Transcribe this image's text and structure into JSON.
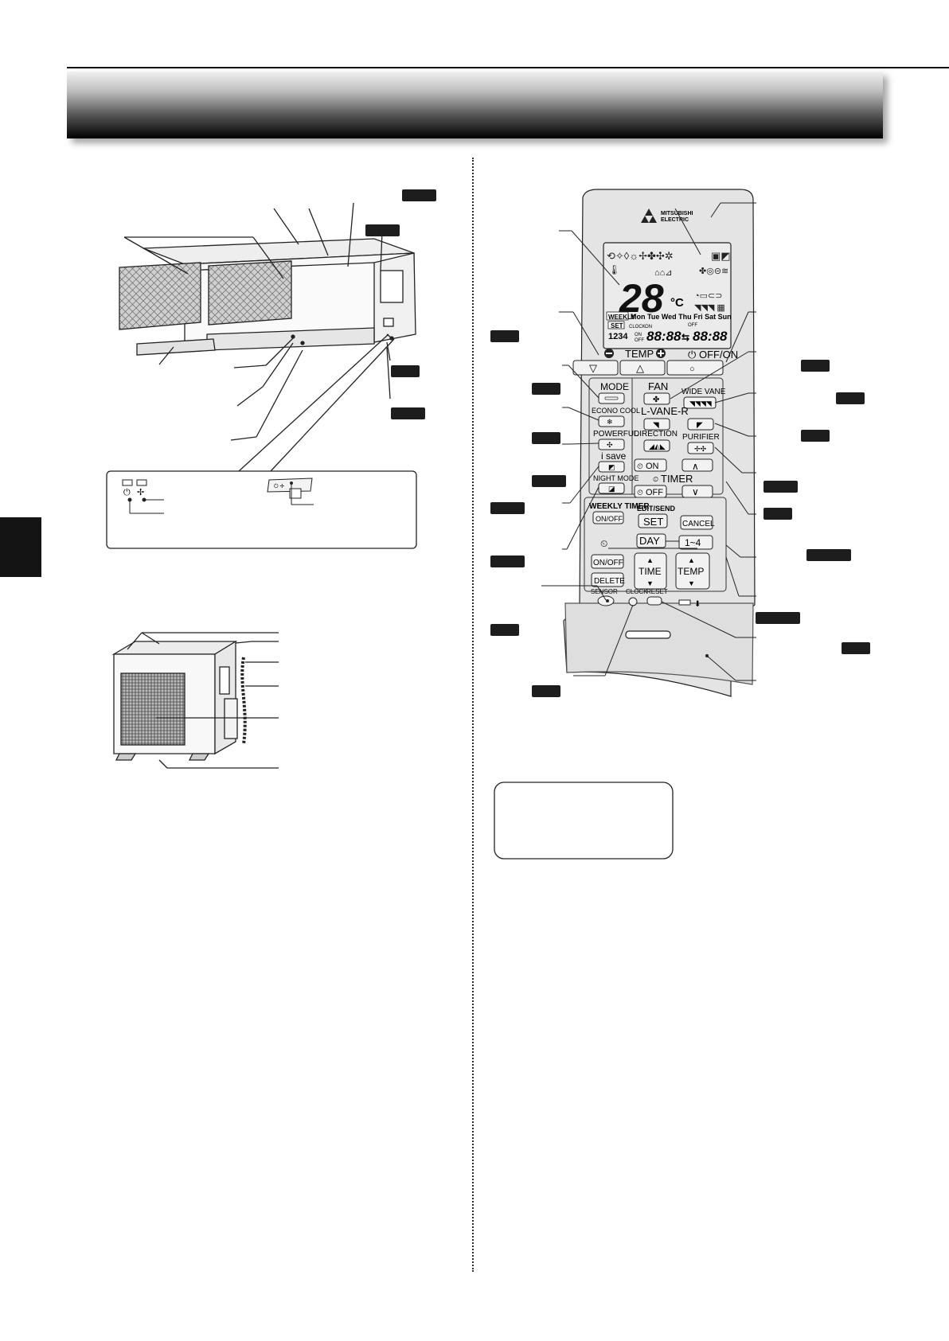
{
  "remote": {
    "brand": [
      "MITSUBISHI",
      "ELECTRIC"
    ],
    "display": {
      "temperature": "28",
      "unit": "°C",
      "weekly": "WEEKLY",
      "set": "SET",
      "days": "Mon Tue Wed Thu Fri Sat Sun",
      "clock_on_off": [
        "CLOCK",
        "ON",
        "OFF",
        "OFF"
      ],
      "day_numbers": "1234",
      "time_left": "88:88",
      "time_right": "88:88"
    },
    "buttons": {
      "temp_down": "▽",
      "temp_label": "TEMP",
      "temp_up": "△",
      "off_on": "OFF/ON",
      "power_symbol": "○",
      "mode": "MODE",
      "fan": "FAN",
      "wide_vane": "WIDE VANE",
      "econo_cool": "ECONO COOL",
      "l_vane_r": "L-VANE-R",
      "powerful": "POWERFUL",
      "direction": "DIRECTION",
      "purifier": "PURIFIER",
      "i_save": "i save",
      "night_mode": "NIGHT MODE",
      "timer_on": "ON",
      "timer_label": "TIMER",
      "timer_off": "OFF",
      "weekly_timer": "WEEKLY TIMER",
      "weekly_on_off": "ON/OFF",
      "edit_send": "EDIT/SEND",
      "set": "SET",
      "cancel": "CANCEL",
      "day": "DAY",
      "one_to_four": "1~4",
      "on_off": "ON/OFF",
      "delete": "DELETE",
      "time": "TIME",
      "temp2": "TEMP",
      "sensor": "SENSOR",
      "clock": "CLOCK",
      "reset": "RESET"
    }
  },
  "colors": {
    "banner_dark": "#000000",
    "tag": "#1d1d1d",
    "remote_body": "#d9d9d9",
    "lcd": "#e8e8e8"
  }
}
